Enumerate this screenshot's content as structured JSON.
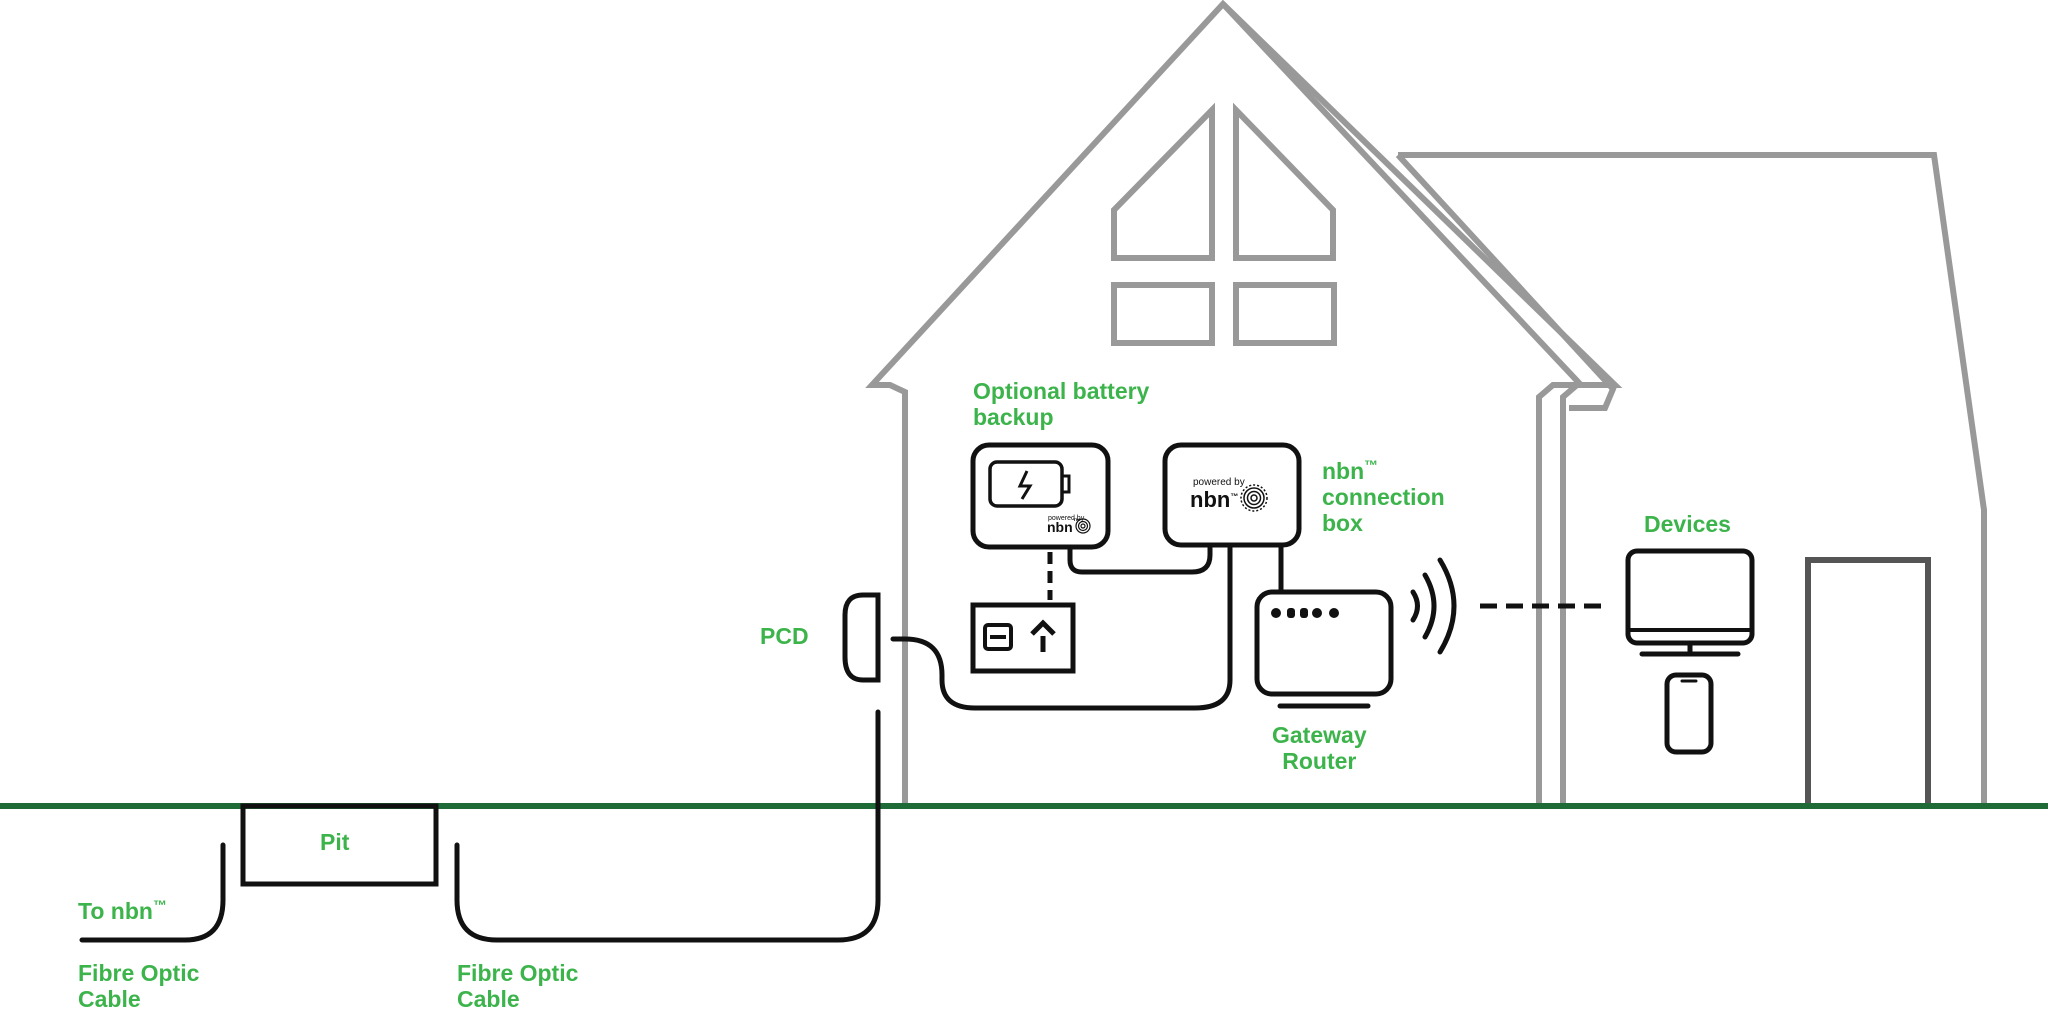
{
  "diagram": {
    "colors": {
      "label": "#3cb44b",
      "ground": "#1e6b37",
      "house": "#999999",
      "equipment": "#111111",
      "door": "#555555"
    },
    "labels": {
      "battery": [
        "Optional battery",
        "backup"
      ],
      "connection_box": [
        "nbn",
        "connection",
        "box"
      ],
      "devices": "Devices",
      "pcd": "PCD",
      "gateway_router": [
        "Gateway",
        "Router"
      ],
      "pit": "Pit",
      "to_nbn": "To nbn",
      "trademark": "™",
      "fibre_left": [
        "Fibre Optic",
        "Cable"
      ],
      "fibre_right": [
        "Fibre Optic",
        "Cable"
      ]
    },
    "logos": {
      "powered_by": "powered by",
      "nbn": "nbn",
      "tm": "™"
    },
    "icons": [
      "battery-icon",
      "lightning-icon",
      "power-outlet-icon",
      "wifi-signal-icon",
      "monitor-icon",
      "smartphone-icon",
      "nbn-logo-icon",
      "router-icon"
    ]
  }
}
